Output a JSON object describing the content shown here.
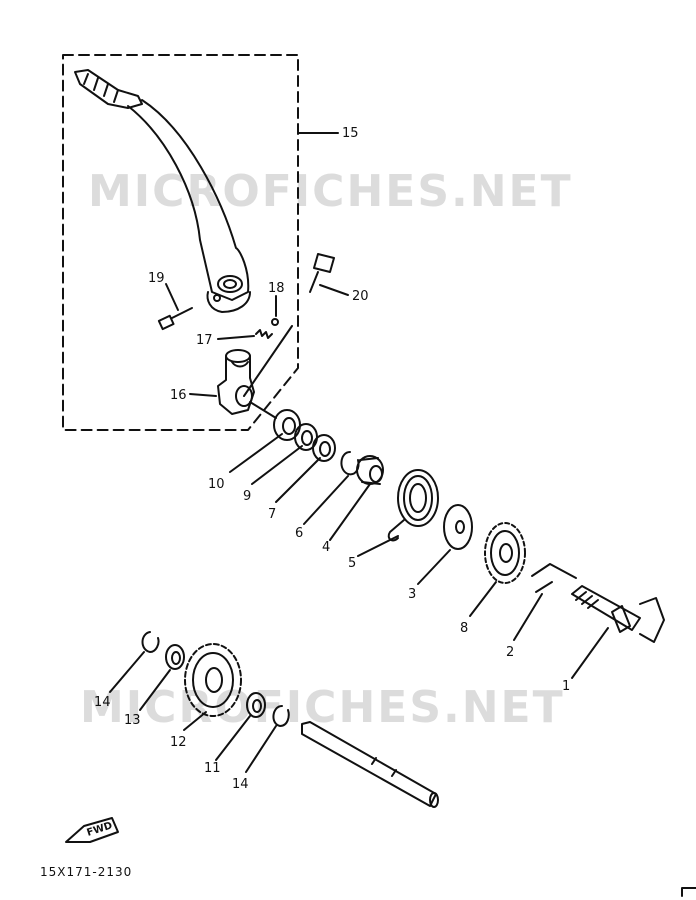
{
  "watermark": "MICROFICHES.NET",
  "diagram_code": "15X171-2130",
  "fwd_label": "FWD",
  "callouts": [
    "1",
    "2",
    "3",
    "4",
    "5",
    "6",
    "7",
    "8",
    "9",
    "10",
    "11",
    "12",
    "13",
    "14",
    "14",
    "15",
    "16",
    "17",
    "18",
    "19",
    "20"
  ]
}
